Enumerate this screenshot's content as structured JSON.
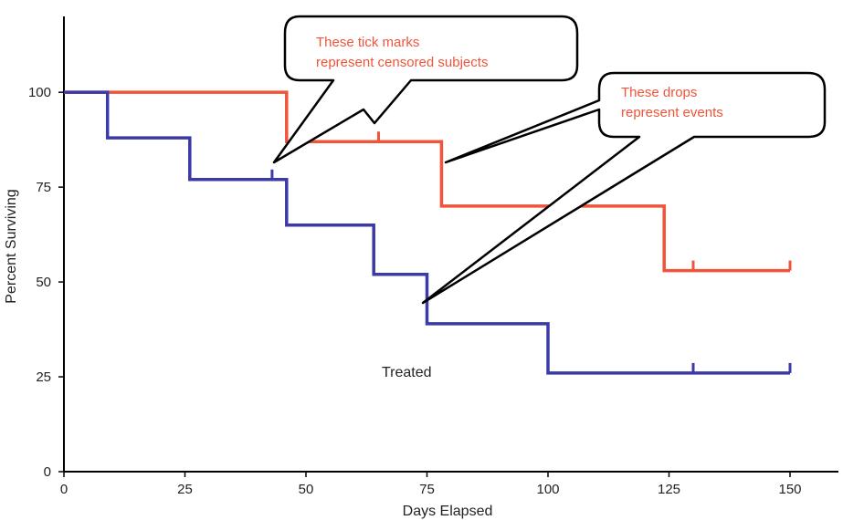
{
  "chart_data": {
    "type": "line",
    "step": true,
    "xlabel": "Days Elapsed",
    "ylabel": "Percent Surviving",
    "xlim": [
      0,
      160
    ],
    "ylim": [
      0,
      120
    ],
    "xticks": [
      0,
      25,
      50,
      75,
      100,
      125,
      150
    ],
    "yticks": [
      0,
      25,
      50,
      75,
      100
    ],
    "grid": false,
    "series": [
      {
        "name": "",
        "color": "#f0543a",
        "x": [
          0,
          46,
          78,
          124,
          150
        ],
        "y": [
          100,
          87,
          70,
          53,
          53
        ],
        "censored": [
          [
            65,
            87
          ],
          [
            130,
            53
          ],
          [
            150,
            53
          ]
        ]
      },
      {
        "name": "Treated",
        "color": "#3b3aa8",
        "x": [
          0,
          9,
          26,
          46,
          64,
          75,
          100,
          150
        ],
        "y": [
          100,
          88,
          77,
          65,
          52,
          39,
          26,
          26
        ],
        "censored": [
          [
            43,
            77
          ],
          [
            130,
            26
          ],
          [
            150,
            26
          ]
        ]
      }
    ],
    "annotations": [
      {
        "lines": [
          "These tick marks",
          "represent censored subjects"
        ],
        "color": "#f0543a"
      },
      {
        "lines": [
          "These drops",
          "represent events"
        ],
        "color": "#f0543a"
      }
    ]
  }
}
